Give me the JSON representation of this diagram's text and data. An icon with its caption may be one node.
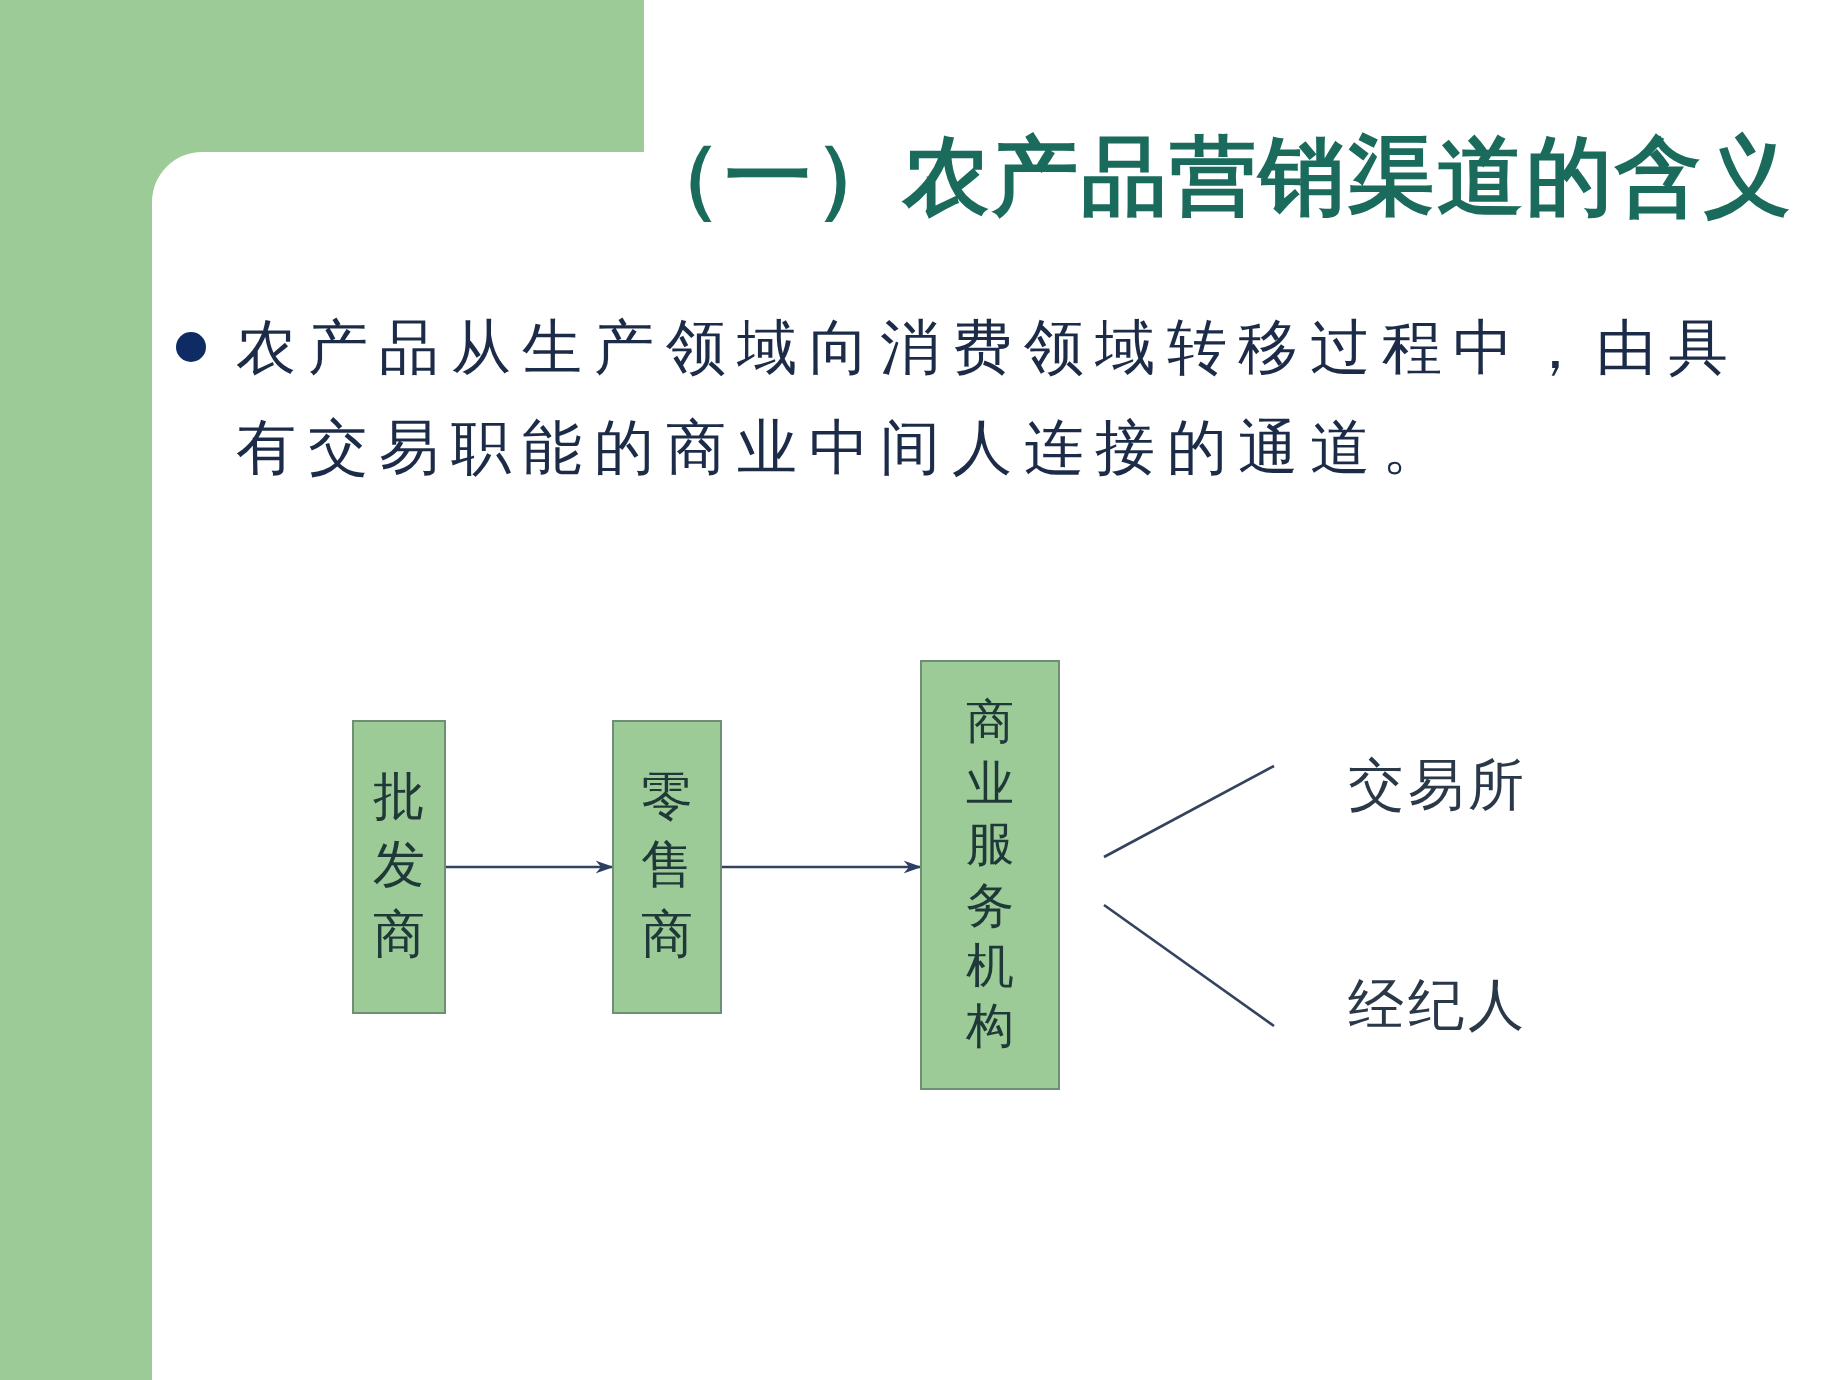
{
  "diagram": {
    "title": "（一）农产品营销渠道的含义",
    "nodes": [
      {
        "text": [
          "批发商"
        ]
      },
      {
        "text": [
          "零售商"
        ]
      },
      {
        "text": [
          "商业服务机构"
        ]
      },
      {
        "text": [
          "交易所"
        ]
      },
      {
        "text": [
          "经纪人"
        ]
      }
    ],
    "edges": [
      {
        "from": 0,
        "to": 1,
        "arrow": "to"
      },
      {
        "from": 1,
        "to": 2,
        "arrow": "to"
      },
      {
        "from": 2,
        "to": 3,
        "arrow": "none"
      },
      {
        "from": 2,
        "to": 4,
        "arrow": "none"
      }
    ],
    "labels": [
      "农产品从生产领域向消费领域转移过程中，由具有交易职能的商业中间人连接的通道。"
    ]
  }
}
